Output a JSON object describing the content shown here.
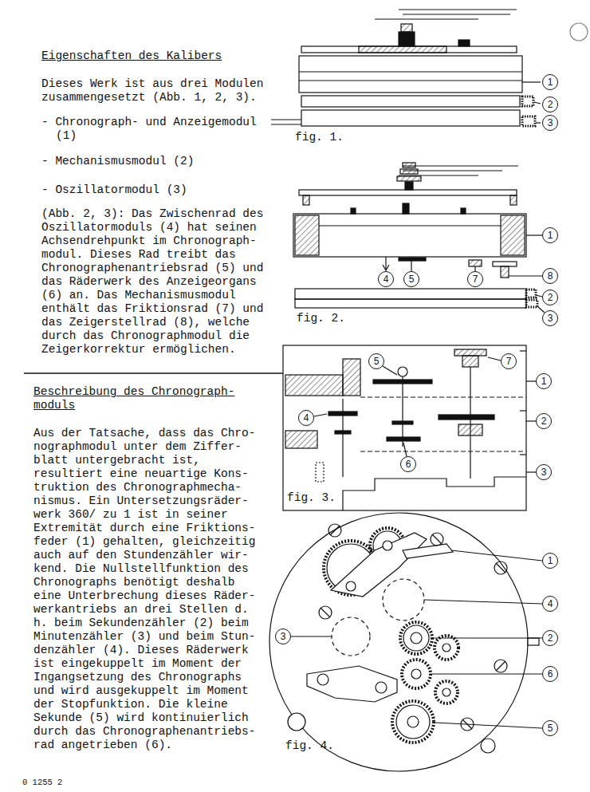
{
  "diagram": {
    "title": "Eigenschaften des Kalibers",
    "nodes": [
      {
        "text": [
          "1"
        ]
      },
      {
        "text": [
          "2"
        ]
      },
      {
        "text": [
          "3"
        ]
      },
      {
        "text": [
          "1"
        ]
      },
      {
        "text": [
          "4"
        ]
      },
      {
        "text": [
          "5"
        ]
      },
      {
        "text": [
          "7"
        ]
      },
      {
        "text": [
          "8"
        ]
      },
      {
        "text": [
          "2"
        ]
      },
      {
        "text": [
          "3"
        ]
      },
      {
        "text": [
          "5"
        ]
      },
      {
        "text": [
          "7"
        ]
      },
      {
        "text": [
          "1"
        ]
      },
      {
        "text": [
          "4"
        ]
      },
      {
        "text": [
          "2"
        ]
      },
      {
        "text": [
          "6"
        ]
      },
      {
        "text": [
          "3"
        ]
      },
      {
        "text": [
          "1"
        ]
      },
      {
        "text": [
          "4"
        ]
      },
      {
        "text": [
          "3"
        ]
      },
      {
        "text": [
          "2"
        ]
      },
      {
        "text": [
          "6"
        ]
      },
      {
        "text": [
          "5"
        ]
      }
    ],
    "labels": [
      "Dieses Werk ist aus drei Modulen zusammengesetzt (Abb. 1, 2, 3).",
      "- Chronograph- und Anzeigemodul (1)",
      "- Mechanismusmodul (2)",
      "- Oszillatormodul (3)",
      "(Abb. 2, 3): Das Zwischenrad des Oszillatormoduls (4) hat seinen Achsendrehpunkt im Chronograph- modul. Dieses Rad treibt das Chronographenantriebsrad (5) und das Räderwerk des Anzeigeorgans (6) an. Das Mechanismusmodul enthält das Friktionsrad (7) und das Zeigerstellrad (8), welche durch das Chronographmodul die Zeigerkorrektur ermöglichen.",
      "Beschreibung des Chronograph- moduls",
      "Aus der Tatsache, dass das Chro- nographmodul unter dem Ziffer- blatt untergebracht ist, resultiert eine neuartige Kons- truktion des Chronographmecha- nismus. Ein Untersetzungsräder- werk 360/ zu 1 ist in seiner Extremität durch eine Friktions- feder (1) gehalten, gleichzeitig auch auf den Stundenzähler wir- kend. Die Nullstellfunktion des Chronographs benötigt deshalb eine Unterbrechung dieses Räder- werkantriebs an drei Stellen d. h. beim Sekundenzähler (2) beim Minutenzähler (3) und beim Stun- denzähler (4). Dieses Räderwerk ist eingekuppelt im Moment der Ingangsetzung des Chronographs und wird ausgekuppelt im Moment der Stopfunktion. Die kleine Sekunde (5) wird kontinuierlich durch das Chronographenantriebs- rad angetrieben (6).",
      "fig. 1.",
      "fig. 2.",
      "fig. 3.",
      "fig. 4.",
      "0 1255 2"
    ]
  }
}
